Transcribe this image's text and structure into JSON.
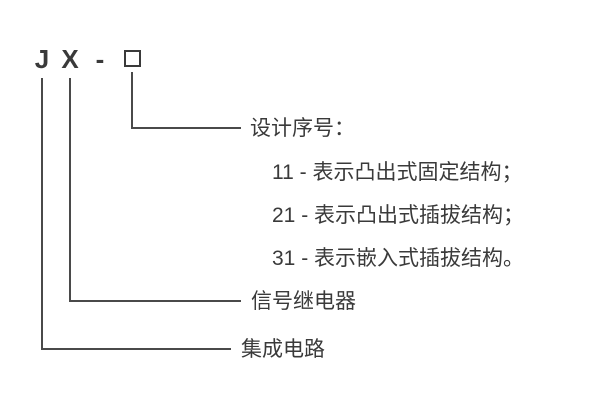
{
  "diagram": {
    "code": {
      "letter_j": "J",
      "letter_x": "X",
      "separator": "-",
      "box_symbol": "□"
    },
    "design_section": {
      "title": "设计序号：",
      "items": [
        {
          "text": "11 - 表示凸出式固定结构；"
        },
        {
          "text": "21 - 表示凸出式插拔结构；"
        },
        {
          "text": "31 - 表示嵌入式插拔结构。"
        }
      ]
    },
    "leader_labels": {
      "signal_relay": "信号继电器",
      "integrated_circuit": "集成电路"
    },
    "colors": {
      "line": "#4a4a4a",
      "text": "#3a3a3a",
      "background": "#ffffff"
    }
  }
}
